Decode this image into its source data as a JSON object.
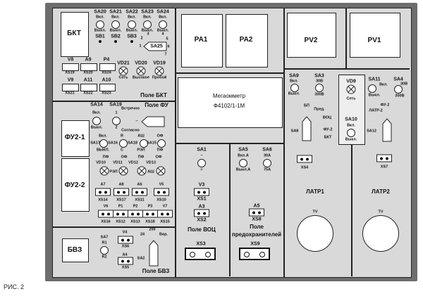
{
  "caption": "РИС. 2",
  "bkt": {
    "block": "БКТ",
    "field": "Поле БКТ",
    "switches": [
      {
        "id": "SA20",
        "on": "Вкл.",
        "off": "Выкл."
      },
      {
        "id": "SA21",
        "on": "Вкл.",
        "off": "Выкл."
      },
      {
        "id": "SA22",
        "on": "Вкл.",
        "off": "Выкл."
      },
      {
        "id": "SA23",
        "on": "Вкл.",
        "off": "Выкл."
      },
      {
        "id": "SA24",
        "on": "Вкл.",
        "off": "Выкл."
      }
    ],
    "buttons": [
      "SB1",
      "SB2",
      "SB3"
    ],
    "selector": {
      "id": "SA25",
      "positions": [
        "1",
        "2",
        "3",
        "4",
        "5",
        "6",
        "7"
      ]
    },
    "meters": [
      {
        "id": "V8",
        "jack": "XS19"
      },
      {
        "id": "A9",
        "jack": "XS20"
      },
      {
        "id": "P4",
        "jack": "XS24"
      },
      {
        "id": "V9",
        "jack": "XS21"
      },
      {
        "id": "A11",
        "jack": "XS22"
      },
      {
        "id": "A10",
        "jack": "XS23"
      }
    ],
    "lamps": [
      {
        "id": "VD21",
        "label": "Сеть"
      },
      {
        "id": "VD20",
        "label": "Высокое"
      },
      {
        "id": "VD19",
        "label": "Пробой"
      }
    ]
  },
  "fu": {
    "field": "Поле ФУ",
    "block1": "ФУ2-1",
    "block2": "ФУ2-2",
    "sa14": {
      "id": "SA14",
      "on": "Вкл.",
      "off": "Выкл."
    },
    "sa19": {
      "id": "SA19",
      "p1": "1",
      "p2": "2",
      "a": "Встречно",
      "b": "Согласно",
      "dash": "–"
    },
    "row": [
      {
        "id": "SA17",
        "top": "Вкл.",
        "bottom": "ВЫКЛ."
      },
      {
        "id": "SA16",
        "top": "R",
        "bottom": "С"
      },
      {
        "id": "SA18",
        "top": "АШ",
        "bottom": "РЭЛ"
      },
      {
        "id": "SA15",
        "top": "ОФ",
        "bottom": "ПФ"
      }
    ],
    "lamps": [
      {
        "id": "VD10",
        "top": "ПФ"
      },
      {
        "id": "VD11",
        "top": "ОФ"
      },
      {
        "id": "VD12",
        "top": "ПФ"
      },
      {
        "id": "VD13",
        "top": "ОФ"
      }
    ],
    "lamp_mid": [
      "РЭЛ",
      "АШ"
    ],
    "jacks1": [
      {
        "id": "A7",
        "jack": "XS14"
      },
      {
        "id": "A8",
        "jack": "XS17"
      },
      {
        "id": "A6",
        "jack": "XS11"
      },
      {
        "id": "V5",
        "jack": "XS10"
      }
    ],
    "jacks2": [
      {
        "id": "V6",
        "jack": "XS16"
      },
      {
        "id": "P1",
        "jack": "XS12"
      },
      {
        "id": "P2",
        "jack": "XS13"
      },
      {
        "id": "P3",
        "jack": "XS18"
      },
      {
        "id": "V7",
        "jack": "XS15"
      }
    ]
  },
  "bvz": {
    "block": "БВЗ",
    "field": "Поле БВЗ",
    "sa7": {
      "id": "SA7",
      "p1": "R1",
      "p2": "R2"
    },
    "v4": {
      "id": "V4",
      "jack": "XS6"
    },
    "a4": {
      "id": "A4",
      "jack": "XS5"
    },
    "sa2": {
      "id": "SA2",
      "p1": "24",
      "p2": "200",
      "p3": "Вар."
    }
  },
  "meters_top": {
    "pa1": "PA1",
    "pa2": "PA2",
    "pv2": "PV2",
    "pv1": "PV1"
  },
  "megger": {
    "line1": "Мегаомметр",
    "line2": "Ф4102/1-1М"
  },
  "voc": {
    "field": "Поле ВОЦ",
    "sa1": {
      "id": "SA1",
      "p1": "~",
      "p2": "="
    },
    "v3": {
      "id": "V3",
      "jack": "XS1"
    },
    "a3": {
      "id": "A3",
      "jack": "XS2"
    },
    "socket": "XS3"
  },
  "fuse": {
    "field1": "Поле",
    "field2": "предохранителей",
    "sa5": {
      "id": "SA5",
      "on": "Вкл.А",
      "off": "Выкл.А"
    },
    "sa6": {
      "id": "SA6",
      "p1": "30А",
      "p2": "75А"
    },
    "a5": {
      "id": "A5",
      "jack": "XS8"
    },
    "socket": "XS9"
  },
  "latr1": {
    "title": "ЛАТР1",
    "tv": "TV",
    "sa9": {
      "id": "SA9",
      "on": "Вкл.",
      "off": "Выкл."
    },
    "sa3": {
      "id": "SA3",
      "p1": "30В",
      "p2": "300В"
    },
    "sa8": {
      "id": "SA8",
      "pos": [
        "БП",
        "Пред.",
        "ВОЦ",
        "ФУ-2",
        "БКТ"
      ]
    },
    "jack": "XS4"
  },
  "net": {
    "lamp": "VD9",
    "lamp_label": "Сеть",
    "sw": "SA10",
    "on": "Вкл.",
    "off": "Выкл."
  },
  "latr2": {
    "title": "ЛАТР2",
    "tv": "TV",
    "sa11": {
      "id": "SA11",
      "on": "Вкл.",
      "off": "Выкл."
    },
    "sa4": {
      "id": "SA4",
      "p1": "30В",
      "p2": "300В"
    },
    "sa12": {
      "id": "SA12",
      "pos": [
        "ФУ-2",
        "ЛАТР-2"
      ]
    },
    "jack": "XS7"
  }
}
